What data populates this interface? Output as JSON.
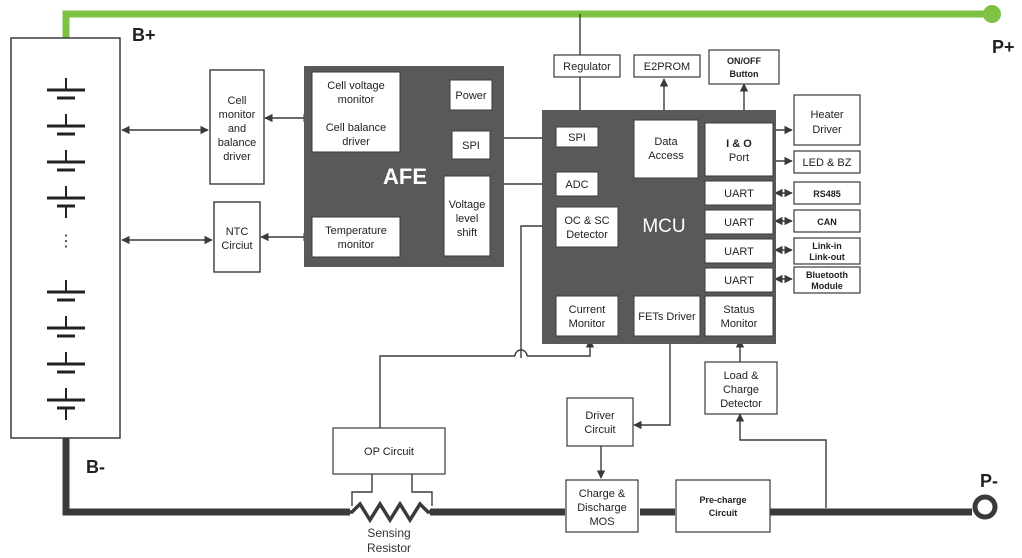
{
  "terminals": {
    "b_plus": "B+",
    "p_plus": "P+",
    "b_minus": "B-",
    "p_minus": "P-"
  },
  "battery": {
    "ellipsis": "⋮"
  },
  "blocks": {
    "cell_monitor": [
      "Cell",
      "monitor",
      "and",
      "balance",
      "driver"
    ],
    "ntc": [
      "NTC",
      "Circiut"
    ],
    "afe_title": "AFE",
    "cell_voltage_monitor": [
      "Cell voltage",
      "monitor"
    ],
    "cell_balance_driver": [
      "Cell balance",
      "driver"
    ],
    "power": "Power",
    "afe_spi": "SPI",
    "voltage_level_shift": [
      "Voltage",
      "level",
      "shift"
    ],
    "temperature_monitor": [
      "Temperature",
      "monitor"
    ],
    "regulator": "Regulator",
    "e2prom": "E2PROM",
    "on_off_button": [
      "ON/OFF",
      "Button"
    ],
    "mcu_title": "MCU",
    "mcu_spi": "SPI",
    "data_access": [
      "Data",
      "Access"
    ],
    "io_port": [
      "I & O",
      "Port"
    ],
    "adc": "ADC",
    "oc_sc_detector": [
      "OC & SC",
      "Detector"
    ],
    "uart_labels": [
      "UART",
      "UART",
      "UART",
      "UART"
    ],
    "current_monitor": [
      "Current",
      "Monitor"
    ],
    "fets_driver": "FETs Driver",
    "status_monitor": [
      "Status",
      "Monitor"
    ],
    "heater_driver": [
      "Heater",
      "Driver"
    ],
    "led_bz": "LED & BZ",
    "rs485": "RS485",
    "can": "CAN",
    "link": [
      "Link-in",
      "Link-out"
    ],
    "bluetooth": [
      "Bluetooth",
      "Module"
    ],
    "load_charge_detector": [
      "Load &",
      "Charge",
      "Detector"
    ],
    "driver_circuit": [
      "Driver",
      "Circuit"
    ],
    "op_circuit": "OP Circuit",
    "sensing_resistor": [
      "Sensing",
      "Resistor"
    ],
    "charge_discharge_mos": [
      "Charge &",
      "Discharge",
      "MOS"
    ],
    "precharge_circuit": [
      "Pre-charge",
      "Circuit"
    ]
  },
  "colors": {
    "green_bus": "#7dc242",
    "dark_bus": "#3a3a3a",
    "gray_block": "#58595b",
    "line": "#3a3a3a"
  }
}
